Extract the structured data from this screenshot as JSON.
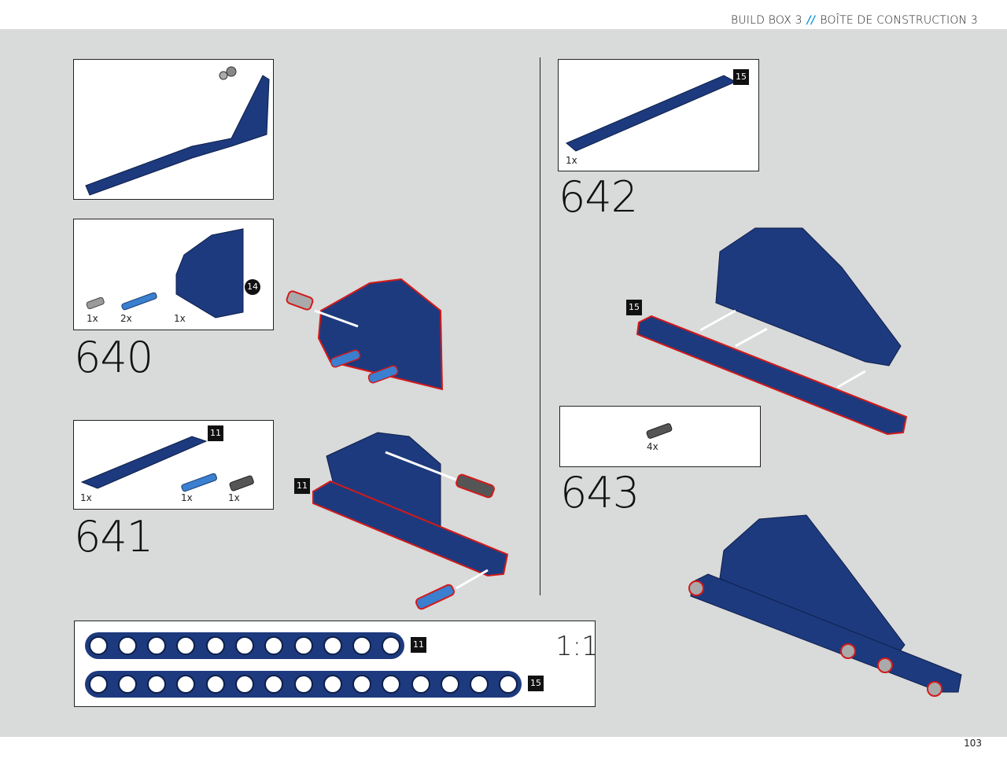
{
  "header": {
    "en": "BUILD BOX 3",
    "separator": "//",
    "fr": "BOÎTE DE CONSTRUCTION 3"
  },
  "page_number": "103",
  "step640": {
    "number": "640",
    "parts": [
      "1x",
      "2x",
      "1x"
    ],
    "badge": "14"
  },
  "step641": {
    "number": "641",
    "parts": [
      "1x",
      "1x",
      "1x"
    ],
    "badge": "11"
  },
  "step642": {
    "number": "642",
    "parts": [
      "1x"
    ],
    "badge": "15"
  },
  "step643": {
    "number": "643",
    "parts": [
      "4x"
    ]
  },
  "scale": {
    "beams": [
      "11",
      "15"
    ],
    "label": "1:1"
  },
  "colors": {
    "beam_blue": "#1e3a7e",
    "pin_blue": "#3a7fd0",
    "highlight_red": "#d21a1a",
    "header_accent": "#1a9ad6",
    "background": "#d9dada"
  }
}
